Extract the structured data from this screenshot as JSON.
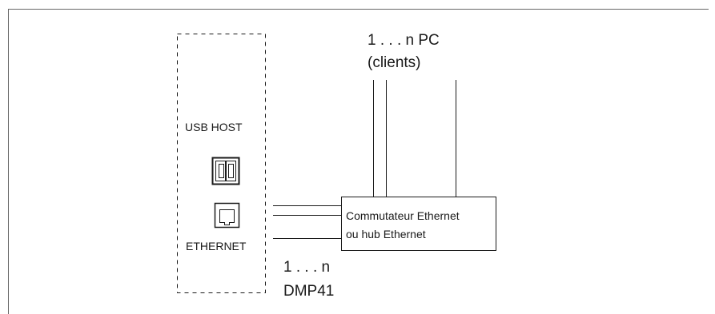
{
  "device": {
    "usb_label": "USB HOST",
    "ethernet_label": "ETHERNET"
  },
  "switch": {
    "line1": "Commutateur Ethernet",
    "line2": "ou hub Ethernet"
  },
  "clients": {
    "line1": "1 . . . n PC",
    "line2": "(clients)"
  },
  "devices_count": {
    "line1": "1 . . . n",
    "line2": "DMP41"
  },
  "colors": {
    "stroke": "#1a1a1a",
    "frame": "#666666"
  }
}
